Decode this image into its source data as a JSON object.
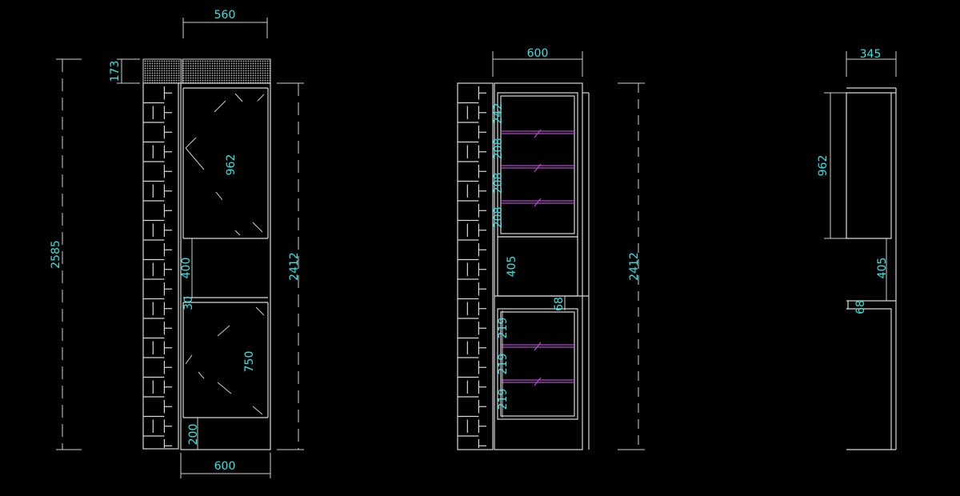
{
  "colors": {
    "background": "#000000",
    "line": "#d8d8d8",
    "dimension_text": "#2fe6e6",
    "shelf": "#b04cc8"
  },
  "front_view": {
    "dims": {
      "top_width": "560",
      "overall_height": "2585",
      "cornice_height": "173",
      "upper_door": "962",
      "middle_opening": "400",
      "gap": "30",
      "lower_door": "750",
      "plinth": "200",
      "cabinet_height": "2412",
      "bottom_width": "600"
    }
  },
  "side_view": {
    "dims": {
      "width": "600",
      "top_shelf": "242",
      "shelf_1": "208",
      "shelf_2": "208",
      "shelf_3": "208",
      "middle_opening": "405",
      "counter": "68",
      "lower_1": "219",
      "lower_2": "219",
      "lower_3": "219",
      "cabinet_height": "2412"
    }
  },
  "section_view": {
    "dims": {
      "depth": "345",
      "upper": "962",
      "middle": "405",
      "counter": "68"
    }
  }
}
